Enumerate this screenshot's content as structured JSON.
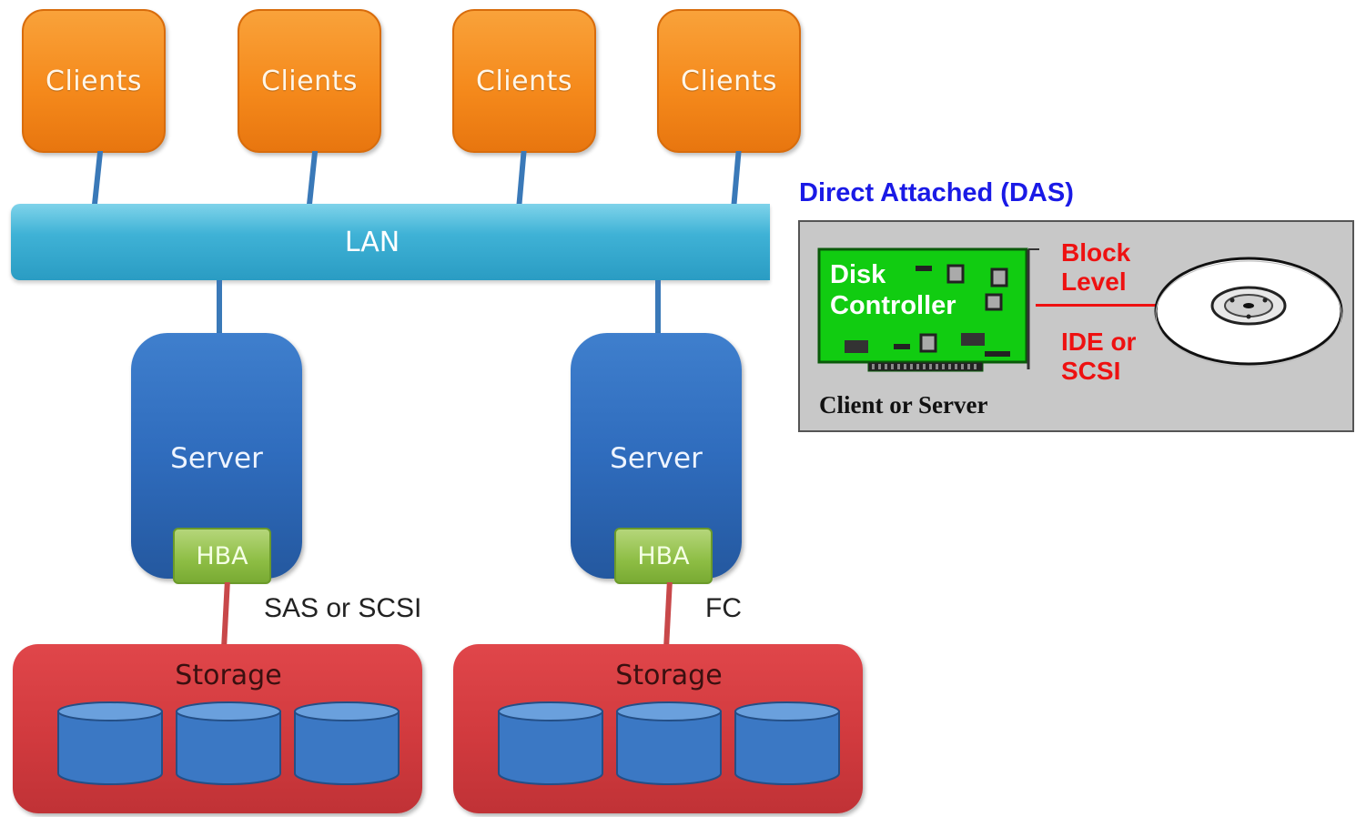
{
  "san_diagram": {
    "clients": [
      "Clients",
      "Clients",
      "Clients",
      "Clients"
    ],
    "lan_label": "LAN",
    "servers": [
      {
        "label": "Server",
        "hba": "HBA",
        "link": "SAS or SCSI",
        "storage": "Storage"
      },
      {
        "label": "Server",
        "hba": "HBA",
        "link": "FC",
        "storage": "Storage"
      }
    ],
    "colors": {
      "client": "#f58a1c",
      "lan": "#3fb2d6",
      "server": "#2f6cbd",
      "hba": "#8dbd44",
      "storage": "#d13a3e",
      "disk": "#3b78c4"
    }
  },
  "das_diagram": {
    "title": "Direct Attached (DAS)",
    "card_line1": "Disk",
    "card_line2": "Controller",
    "block_line1": "Block",
    "block_line2": "Level",
    "iface_line1": "IDE or",
    "iface_line2": "SCSI",
    "caption": "Client or Server",
    "colors": {
      "title": "#1a1ae6",
      "card": "#11cc11",
      "label": "#ee1111",
      "panel": "#c8c8c8"
    }
  }
}
